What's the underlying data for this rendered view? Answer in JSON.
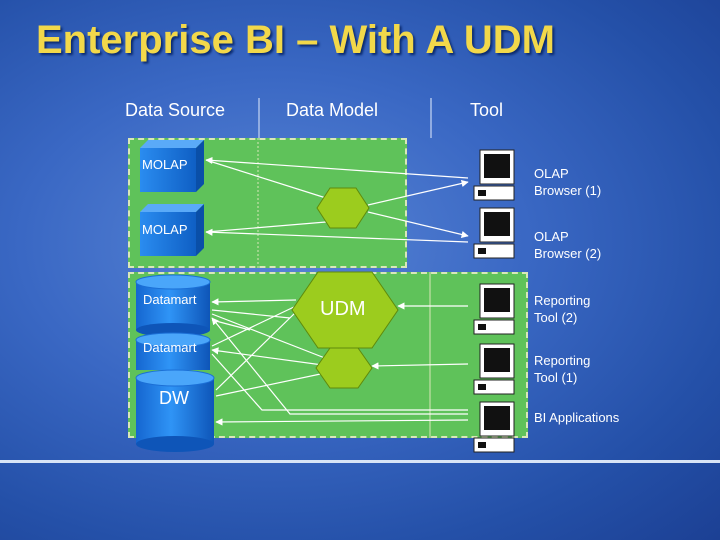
{
  "title": "Enterprise BI – With A UDM",
  "columns": {
    "source": "Data Source",
    "model": "Data Model",
    "tool": "Tool"
  },
  "sources": {
    "molap_1": "MOLAP",
    "molap_2": "MOLAP",
    "datamart_1": "Datamart",
    "datamart_2": "Datamart",
    "dw": "DW"
  },
  "model": {
    "udm": "UDM"
  },
  "tools": {
    "olap_browser_1": "OLAP\nBrowser (1)",
    "olap_browser_2": "OLAP\nBrowser (2)",
    "reporting_tool_2": "Reporting\nTool (2)",
    "reporting_tool_1": "Reporting\nTool (1)",
    "bi_applications": "BI Applications"
  },
  "colors": {
    "title": "#f2d84a",
    "region": "#5fc25a",
    "cube": "#1c7be0",
    "hexagon": "#9ccc1e"
  }
}
